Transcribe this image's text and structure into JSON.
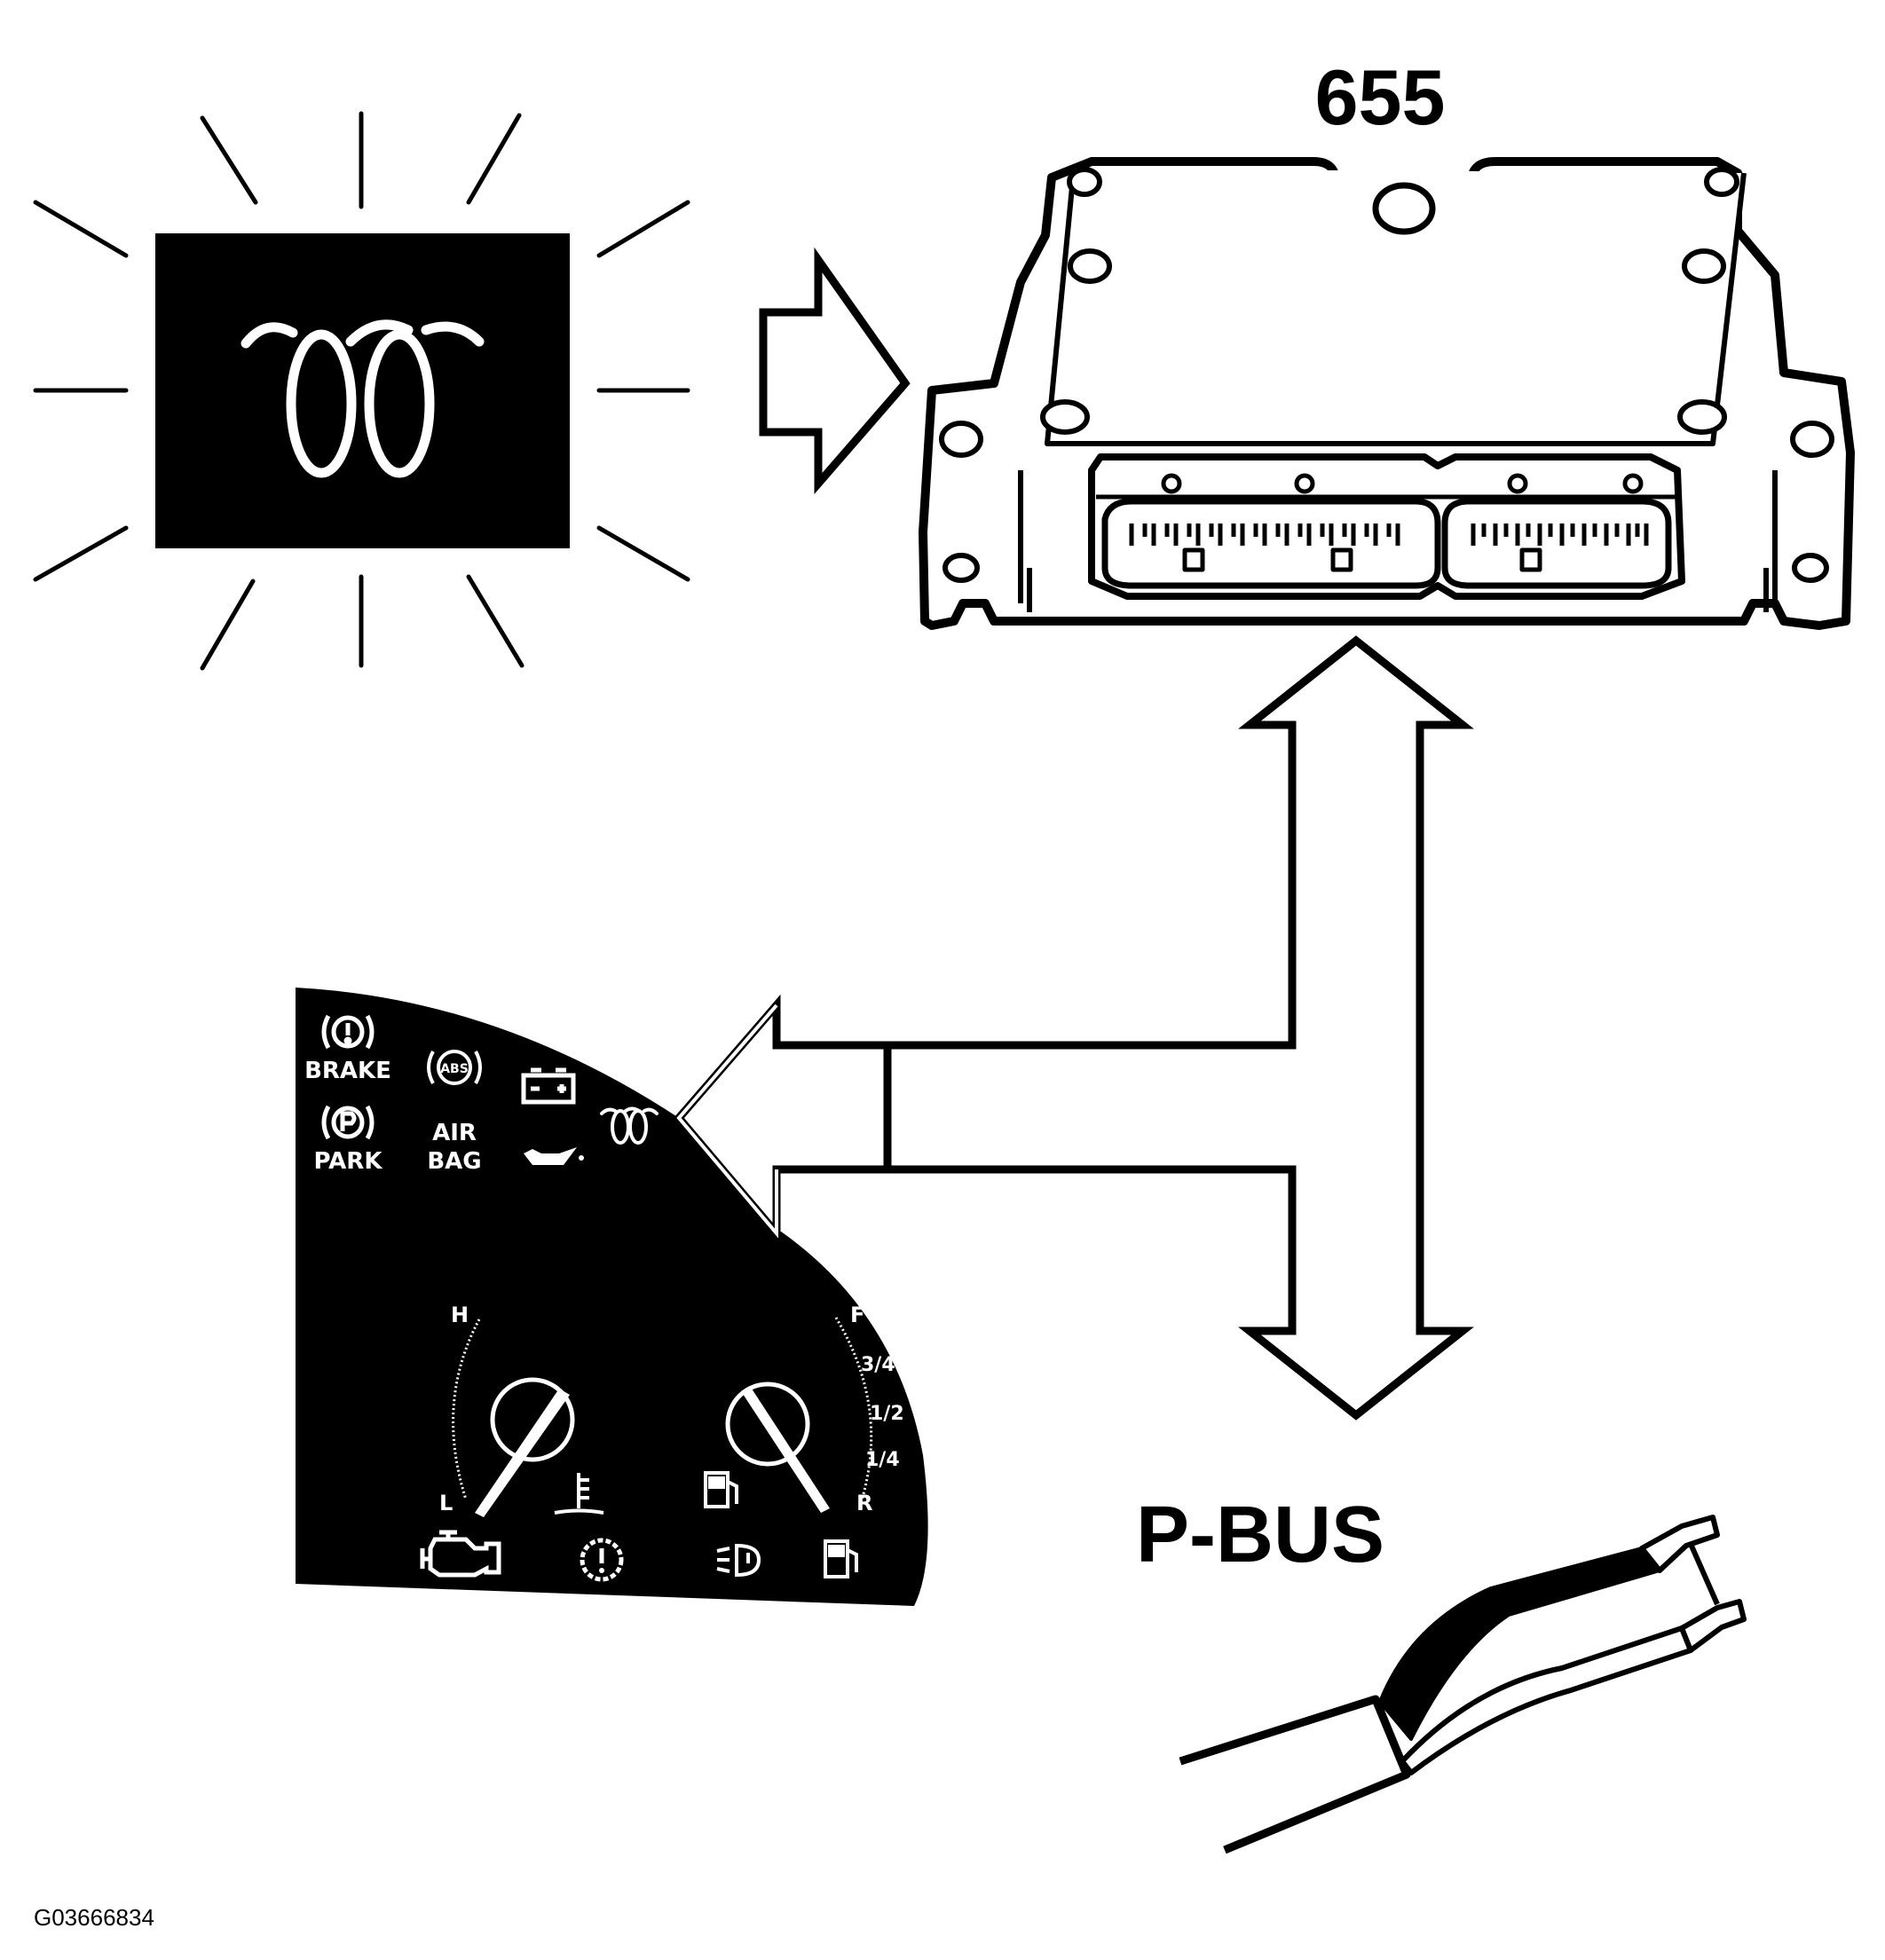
{
  "module": {
    "label": "655"
  },
  "bus": {
    "label": "P-BUS"
  },
  "figure_code": "G03666834",
  "cluster": {
    "warning_labels": {
      "brake": "BRAKE",
      "park": "PARK",
      "air_bag_line1": "AIR",
      "air_bag_line2": "BAG",
      "abs": "ABS"
    },
    "temp_gauge": {
      "high": "H",
      "low": "L"
    },
    "fuel_gauge": {
      "full": "F",
      "three_quarter": "3/4",
      "half": "1/2",
      "quarter": "1/4",
      "reserve": "R"
    }
  },
  "colors": {
    "ink": "#000000",
    "paper": "#ffffff"
  },
  "icons": [
    "glow-plug-icon",
    "arrow-right-icon",
    "double-arrow-vertical-icon",
    "arrow-left-icon",
    "brake-warning-icon",
    "park-brake-icon",
    "abs-icon",
    "battery-icon",
    "oil-pressure-icon",
    "check-engine-icon",
    "transmission-warning-icon",
    "coolant-temp-icon",
    "fuel-pump-icon",
    "glow-plug-indicator-icon",
    "wiring-connector-icon"
  ]
}
